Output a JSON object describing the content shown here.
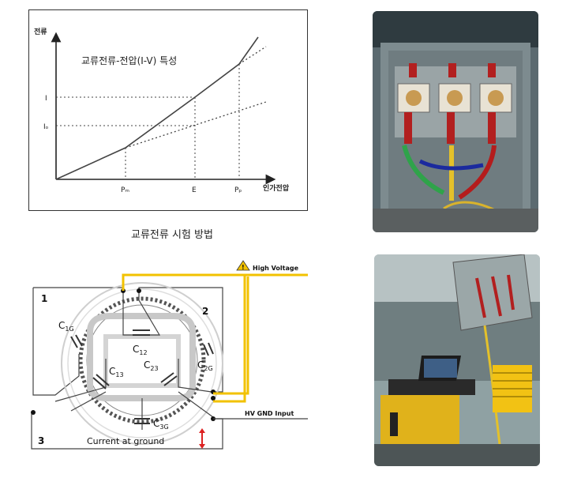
{
  "chart": {
    "title": "교류전류-전압(I-V) 특성",
    "y_axis_label": "전류",
    "x_axis_label": "인가전압",
    "y_ticks": [
      "I",
      "Iₒ"
    ],
    "x_ticks": [
      "Pₘ",
      "E",
      "Pₚ"
    ]
  },
  "caption": "교류전류 시험 방법",
  "diagram": {
    "high_voltage_label": "High Voltage",
    "hv_gnd_label": "HV GND Input",
    "current_ground_label": "Current at ground",
    "phase_labels": [
      "1",
      "2",
      "3"
    ],
    "capacitors": [
      "C1G",
      "C12",
      "C2G",
      "C13",
      "C23",
      "C3G"
    ],
    "capacitor_base": [
      "C",
      "C",
      "C",
      "C",
      "C",
      "C"
    ],
    "capacitor_subs": [
      "1G",
      "12",
      "2G",
      "13",
      "23",
      "3G"
    ],
    "warning_color": "#f2c200",
    "wire_color": "#f2c200"
  },
  "photos": {
    "top_icon": "switchgear-cabinet-photo",
    "bottom_icon": "test-setup-laptop-photo"
  }
}
